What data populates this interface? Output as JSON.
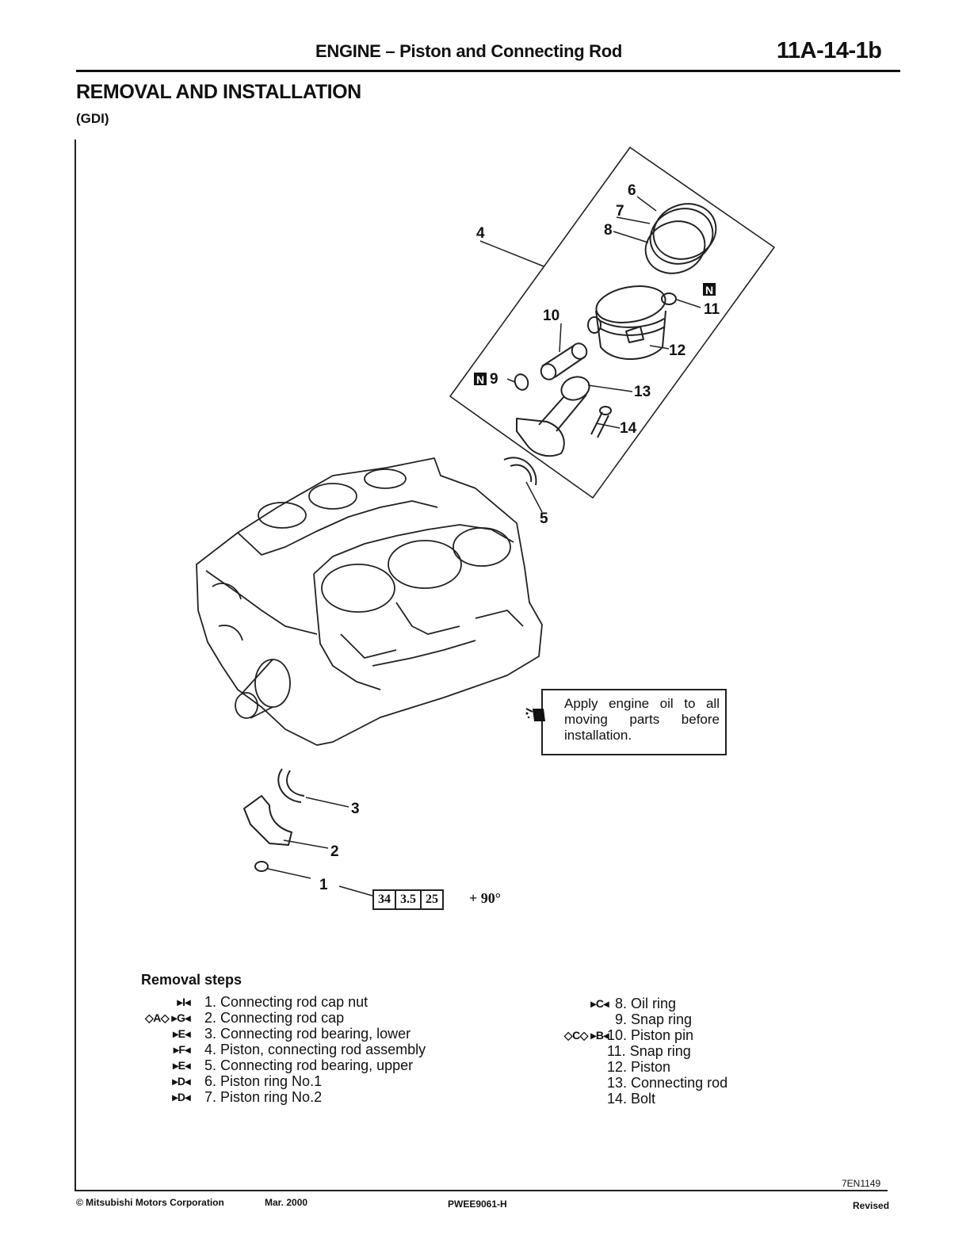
{
  "header": {
    "section_title": "ENGINE – Piston and Connecting Rod",
    "page_number": "11A-14-1b"
  },
  "title": "REMOVAL AND INSTALLATION",
  "subtitle": "(GDI)",
  "diagram": {
    "callouts": [
      "1",
      "2",
      "3",
      "4",
      "5",
      "6",
      "7",
      "8",
      "9",
      "10",
      "11",
      "12",
      "13",
      "14"
    ],
    "new_part_marker": "N",
    "note": "Apply engine oil to all moving parts before installation.",
    "torque": {
      "values": [
        "34",
        "3.5",
        "25"
      ],
      "extra": "+ 90°"
    },
    "figure_id": "7EN1149"
  },
  "removal_steps": {
    "title": "Removal steps",
    "items": [
      {
        "codes": "▸I◂",
        "text": "1. Connecting rod cap nut"
      },
      {
        "codes": "◇A◇ ▸G◂",
        "text": "2. Connecting rod cap"
      },
      {
        "codes": "▸E◂",
        "text": "3. Connecting rod bearing, lower"
      },
      {
        "codes": "▸F◂",
        "text": "4. Piston, connecting rod assembly"
      },
      {
        "codes": "▸E◂",
        "text": "5. Connecting rod bearing, upper"
      },
      {
        "codes": "▸D◂",
        "text": "6. Piston ring No.1"
      },
      {
        "codes": "▸D◂",
        "text": "7. Piston ring No.2"
      },
      {
        "codes": "▸C◂",
        "text": "8. Oil ring"
      },
      {
        "codes": "",
        "text": "9. Snap ring"
      },
      {
        "codes": "◇C◇ ▸B◂",
        "text": "10. Piston pin"
      },
      {
        "codes": "",
        "text": "11. Snap ring"
      },
      {
        "codes": "",
        "text": "12. Piston"
      },
      {
        "codes": "",
        "text": "13. Connecting rod"
      },
      {
        "codes": "",
        "text": "14. Bolt"
      }
    ]
  },
  "footer": {
    "copyright": "© Mitsubishi Motors Corporation",
    "date": "Mar. 2000",
    "doc_code": "PWEE9061-H",
    "status": "Revised"
  }
}
